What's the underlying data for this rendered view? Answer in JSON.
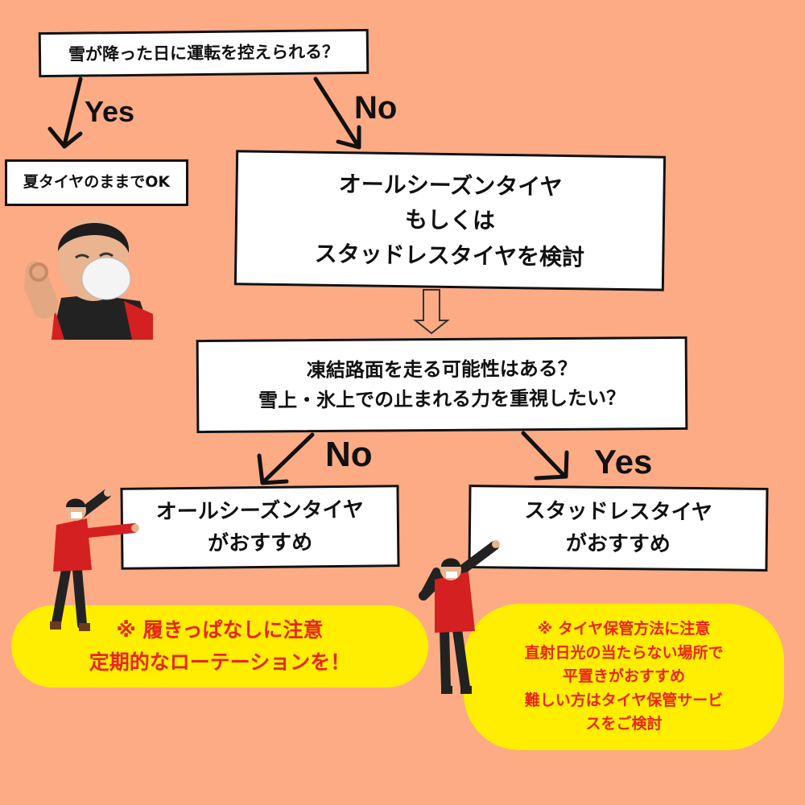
{
  "q1": "雪が降った日に運転を控えられる？",
  "yes1": "Yes",
  "no1": "No",
  "res_summer": "夏タイヤのままでOK",
  "consider": [
    "オールシーズンタイヤ",
    "もしくは",
    "スタッドレスタイヤを検討"
  ],
  "q2": [
    "凍結路面を走る可能性はある？",
    "雪上・氷上での止まれる力を重視したい？"
  ],
  "no2": "No",
  "yes2": "Yes",
  "res_all": [
    "オールシーズンタイヤ",
    "がおすすめ"
  ],
  "res_studless": [
    "スタッドレスタイヤ",
    "がおすすめ"
  ],
  "note_all": [
    "※ 履きっぱなしに注意",
    "定期的なローテーションを！"
  ],
  "note_studless": [
    "※ タイヤ保管方法に注意",
    "直射日光の当たらない場所で",
    "平置きがおすすめ",
    "難しい方はタイヤ保管サービ",
    "スをご検討"
  ],
  "colors": {
    "background": "#fcab84",
    "note_bubble": "#ffee00",
    "note_text": "#e8261b"
  },
  "icons": [
    "person-ok-gesture-photo",
    "person-pointing-left-photo",
    "person-pointing-right-photo"
  ]
}
